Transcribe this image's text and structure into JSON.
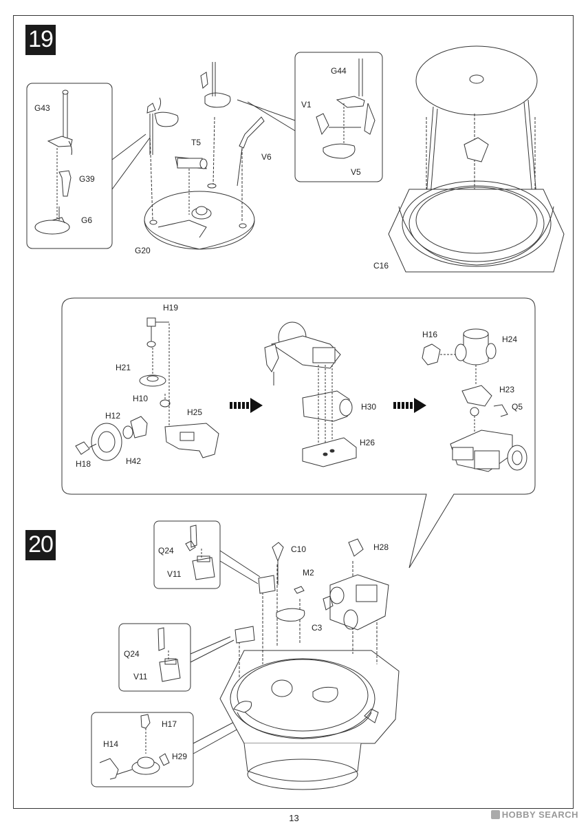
{
  "steps": {
    "step19": "19",
    "step20": "20"
  },
  "labels": {
    "G43": "G43",
    "G39": "G39",
    "G6": "G6",
    "G20": "G20",
    "T5": "T5",
    "V6": "V6",
    "G44": "G44",
    "V1": "V1",
    "V5": "V5",
    "C16": "C16",
    "H19": "H19",
    "H21": "H21",
    "H10": "H10",
    "H12": "H12",
    "H25": "H25",
    "H18": "H18",
    "H42": "H42",
    "H30": "H30",
    "H26": "H26",
    "H16": "H16",
    "H24": "H24",
    "H23": "H23",
    "Q5": "Q5",
    "Q24a": "Q24",
    "V11a": "V11",
    "C10": "C10",
    "H28": "H28",
    "M2": "M2",
    "C3": "C3",
    "Q24b": "Q24",
    "V11b": "V11",
    "H17": "H17",
    "H14": "H14",
    "H29": "H29"
  },
  "page_number": "13",
  "watermark": "HOBBY SEARCH",
  "icons": [
    "arrow-right-icon",
    "arrow-right-icon"
  ]
}
